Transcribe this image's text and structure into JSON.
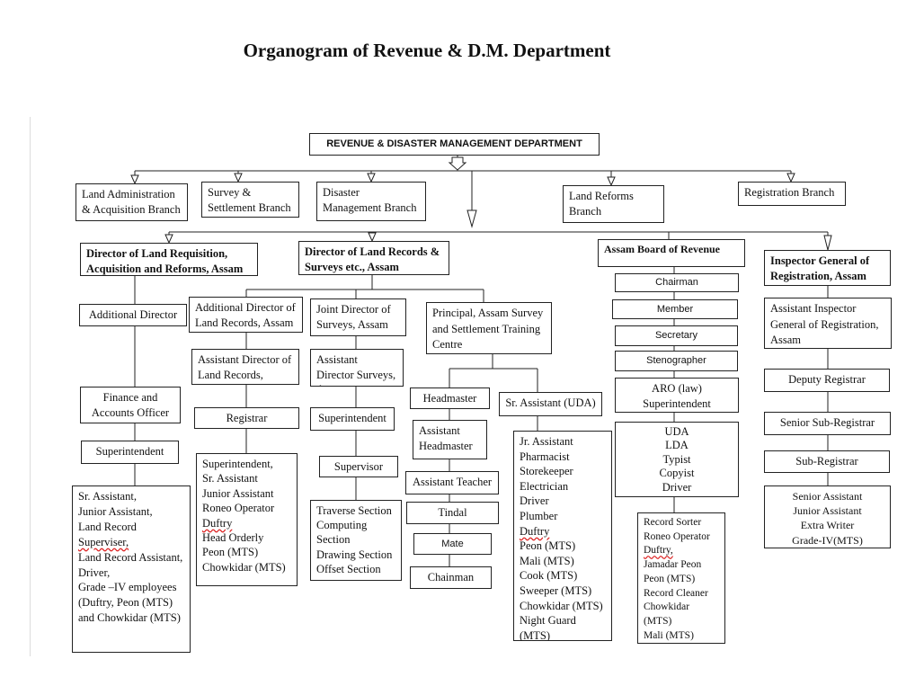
{
  "title": "Organogram of Revenue & D.M. Department",
  "nodes": {
    "root": "REVENUE & DISASTER MANAGEMENT DEPARTMENT",
    "land_admin": "Land Administration & Acquisition Branch",
    "survey": "Survey & Settlement Branch",
    "disaster": "Disaster Management Branch",
    "land_reforms": "Land Reforms Branch",
    "registration": "Registration Branch",
    "dir_land_req": "Director of Land Requisition, Acquisition and Reforms, Assam",
    "dir_land_records": "Director of Land Records & Surveys etc., Assam",
    "board_revenue": "Assam Board of Revenue",
    "ig_registration": "Inspector General of Registration, Assam",
    "additional_director": "Additional Director",
    "finance_officer": "Finance and Accounts Officer",
    "superintendent_left": "Superintendent",
    "left_staff": [
      "Sr. Assistant,",
      "Junior Assistant,",
      "Land Record",
      "Superviser,",
      "Land Record Assistant,",
      "Driver,",
      "Grade –IV employees",
      "(Duftry, Peon (MTS)",
      "and Chowkidar (MTS)"
    ],
    "add_dir_land_records": "Additional Director of Land Records, Assam",
    "asst_dir_land_records": "Assistant Director of Land Records, Assam",
    "registrar": "Registrar",
    "registrar_staff": [
      "Superintendent,",
      "Sr. Assistant",
      "Junior Assistant",
      "Roneo Operator",
      "Duftry",
      "Head Orderly",
      "Peon (MTS)",
      "Chowkidar (MTS)"
    ],
    "joint_dir_surveys": "Joint Director of Surveys, Assam",
    "asst_dir_surveys": "Assistant Director Surveys, Assam",
    "superintendent_surveys": "Superintendent",
    "supervisor": "Supervisor",
    "survey_sections": [
      "Traverse Section",
      "Computing",
      "Section",
      "Drawing Section",
      "Offset Section"
    ],
    "principal": "Principal, Assam Survey and Settlement Training Centre",
    "headmaster": "Headmaster",
    "asst_headmaster": "Assistant Headmaster",
    "asst_teacher": "Assistant Teacher",
    "tindal": "Tindal",
    "mate": "Mate",
    "chainman": "Chainman",
    "sr_assistant_uda": "Sr. Assistant (UDA)",
    "uda_staff": [
      "Jr. Assistant",
      "Pharmacist",
      "Storekeeper",
      "Electrician",
      "Driver",
      "Plumber",
      "Duftry",
      "Peon (MTS)",
      "Mali (MTS)",
      "Cook (MTS)",
      "Sweeper (MTS)",
      "Chowkidar (MTS)",
      "Night Guard",
      "(MTS)"
    ],
    "chairman": "Chairman",
    "member": "Member",
    "secretary": "Secretary",
    "stenographer": "Stenographer",
    "aro": "ARO (law) Superintendent",
    "board_staff": [
      "UDA",
      "LDA",
      "Typist",
      "Copyist",
      "Driver"
    ],
    "board_lower_staff": [
      "Record Sorter",
      "Roneo Operator",
      "Duftry,",
      "Jamadar Peon",
      "Peon (MTS)",
      "Record Cleaner",
      "Chowkidar",
      "(MTS)",
      "Mali (MTS)"
    ],
    "asst_ig_registration": "Assistant Inspector General of Registration, Assam",
    "deputy_registrar": "Deputy Registrar",
    "senior_sub_registrar": "Senior Sub-Registrar",
    "sub_registrar": "Sub-Registrar",
    "registration_staff": [
      "Senior Assistant",
      "Junior Assistant",
      "Extra Writer",
      "Grade-IV(MTS)"
    ]
  }
}
